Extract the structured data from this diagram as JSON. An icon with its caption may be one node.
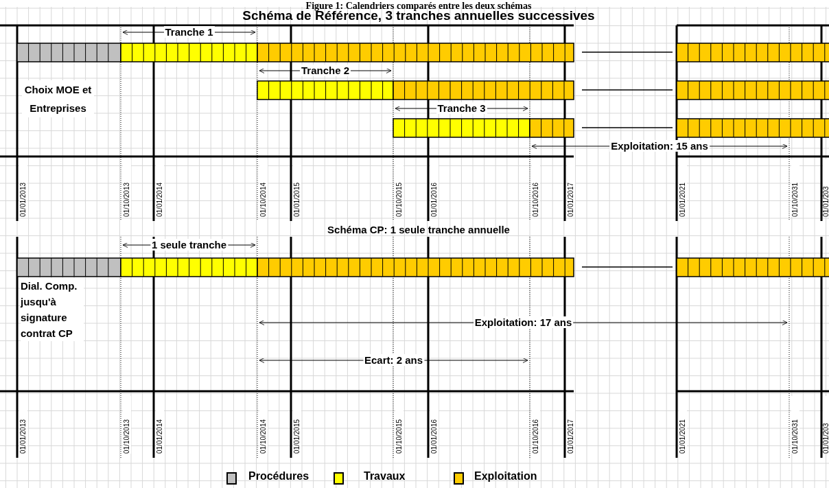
{
  "diagram": {
    "title": "Figure 1: Calendriers comparés entre les deux schémas",
    "labels": [
      "Schéma de Référence, 3 tranches annuelles successives",
      "Tranche 1",
      "Tranche 2",
      "Choix MOE et Entreprises",
      "Tranche 3",
      "Exploitation: 15 ans",
      "01/01/2013",
      "01/10/2013",
      "01/01/2014",
      "01/10/2014",
      "01/01/2015",
      "01/10/2015",
      "01/01/2016",
      "01/10/2016",
      "01/01/2017",
      "01/01/2021",
      "01/10/2031",
      "01/01/203",
      "Schéma CP: 1 seule tranche annuelle",
      "1 seule tranche",
      "Dial. Comp. jusqu'à signature contrat CP",
      "Exploitation: 17 ans",
      "Ecart: 2 ans",
      "01/01/2013",
      "01/10/2013",
      "01/01/2014",
      "01/10/2014",
      "01/01/2015",
      "01/10/2015",
      "01/01/2016",
      "01/10/2016",
      "01/01/2017",
      "01/01/2021",
      "01/10/2031",
      "01/01/203"
    ],
    "legend": [
      {
        "text": "Procédures",
        "color": "#c0c0c0"
      },
      {
        "text": "Travaux",
        "color": "#ffff00"
      },
      {
        "text": "Exploitation",
        "color": "#ffcc00"
      }
    ]
  }
}
